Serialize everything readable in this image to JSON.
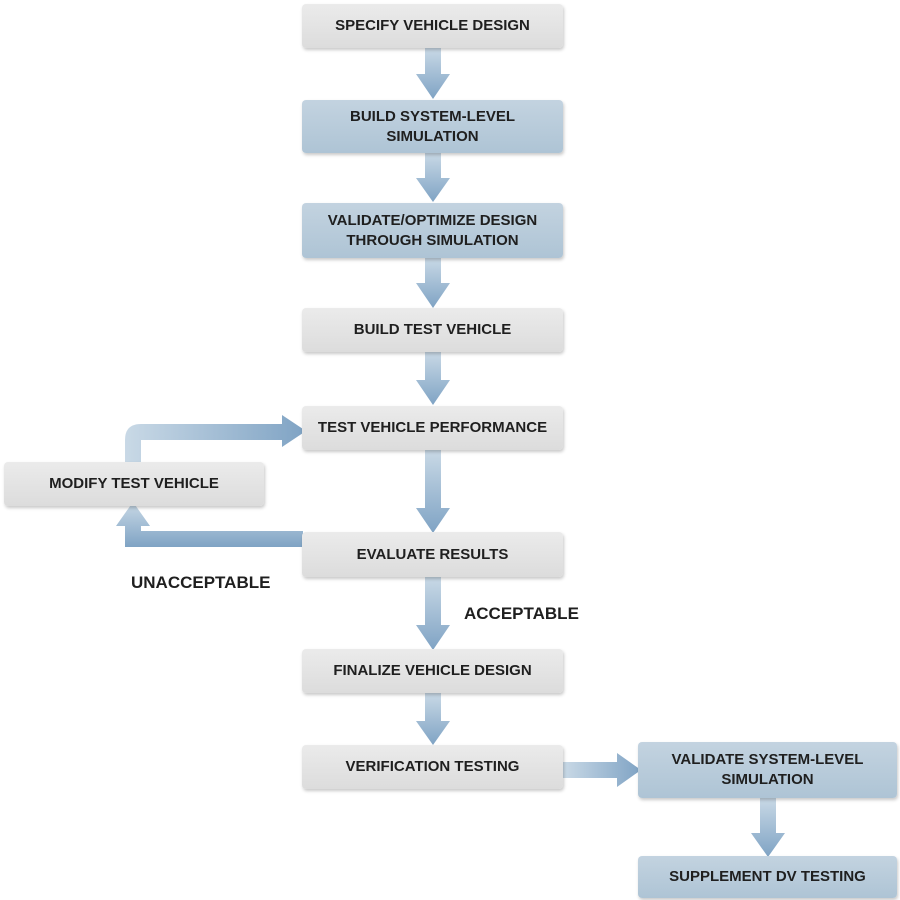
{
  "diagram": {
    "nodes": [
      {
        "id": "specify",
        "label": "SPECIFY VEHICLE DESIGN"
      },
      {
        "id": "build-sim",
        "label": "BUILD SYSTEM-LEVEL\nSIMULATION"
      },
      {
        "id": "validate-opt",
        "label": "VALIDATE/OPTIMIZE DESIGN\nTHROUGH SIMULATION"
      },
      {
        "id": "build-test",
        "label": "BUILD TEST VEHICLE"
      },
      {
        "id": "test-perf",
        "label": "TEST VEHICLE PERFORMANCE"
      },
      {
        "id": "modify",
        "label": "MODIFY TEST VEHICLE"
      },
      {
        "id": "evaluate",
        "label": "EVALUATE RESULTS"
      },
      {
        "id": "finalize",
        "label": "FINALIZE VEHICLE DESIGN"
      },
      {
        "id": "verification",
        "label": "VERIFICATION TESTING"
      },
      {
        "id": "validate-sim",
        "label": "VALIDATE SYSTEM-LEVEL\nSIMULATION"
      },
      {
        "id": "supplement",
        "label": "SUPPLEMENT DV TESTING"
      }
    ],
    "edge_labels": {
      "unacceptable": "UNACCEPTABLE",
      "acceptable": "ACCEPTABLE"
    },
    "colors": {
      "grey_box": "#e2e2e2",
      "blue_box": "#b6c9d8",
      "arrow_top": "#c7d7e5",
      "arrow_bottom": "#7fa3c4"
    }
  }
}
